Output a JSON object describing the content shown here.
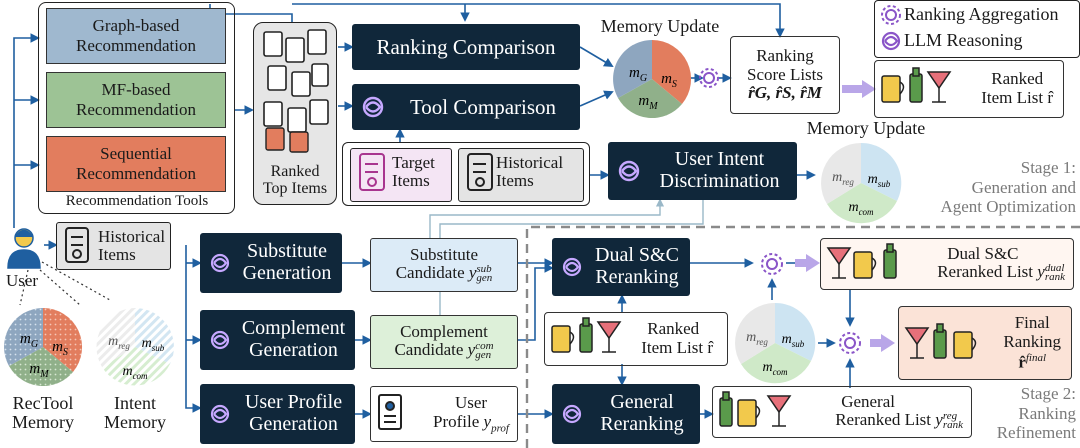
{
  "legend": {
    "ranking_aggregation": "Ranking Aggregation",
    "llm_reasoning": "LLM Reasoning"
  },
  "tools": {
    "title": "Recommendation Tools",
    "graph": [
      "Graph-based",
      "Recommendation"
    ],
    "mf": [
      "MF-based",
      "Recommendation"
    ],
    "seq": [
      "Sequential",
      "Recommendation"
    ]
  },
  "ranked_top_items": [
    "Ranked",
    "Top Items"
  ],
  "ranking_comparison": "Ranking Comparison",
  "tool_comparison": "Tool Comparison",
  "memory_update_1": "Memory Update",
  "memory_update_2": "Memory Update",
  "ranking_score": [
    "Ranking",
    "Score Lists"
  ],
  "ranking_score_vars": "r̂G, r̂S, r̂M",
  "ranked_item_list_top": [
    "Ranked",
    "Item List r̂"
  ],
  "target_items": [
    "Target",
    "Items"
  ],
  "historical_items_top": [
    "Historical",
    "Items"
  ],
  "user_intent": [
    "User Intent",
    "Discrimination"
  ],
  "stage1": [
    "Stage 1:",
    "Generation and",
    "Agent Optimization"
  ],
  "user": "User",
  "historical_items_left": [
    "Historical",
    "Items"
  ],
  "substitute_gen": [
    "Substitute",
    "Generation"
  ],
  "complement_gen": [
    "Complement",
    "Generation"
  ],
  "profile_gen": [
    "User Profile",
    "Generation"
  ],
  "substitute_cand": [
    "Substitute",
    "Candidate"
  ],
  "substitute_var": "y",
  "substitute_sup": "sub",
  "substitute_sub": "gen",
  "complement_cand": [
    "Complement",
    "Candidate"
  ],
  "complement_sup": "com",
  "complement_sub": "gen",
  "user_profile": [
    "User",
    "Profile"
  ],
  "profile_sub": "prof",
  "dual_rerank": [
    "Dual S&C",
    "Reranking"
  ],
  "general_rerank": [
    "General",
    "Reranking"
  ],
  "ranked_item_list_mid": [
    "Ranked",
    "Item List r̂"
  ],
  "dual_list": [
    "Dual S&C",
    "Reranked List"
  ],
  "dual_sup": "dual",
  "dual_sub": "rank",
  "general_list": [
    "General",
    "Reranked List"
  ],
  "general_sup": "reg",
  "general_sub": "rank",
  "final": [
    "Final",
    "Ranking"
  ],
  "final_var": "r̂",
  "final_sup": "final",
  "stage2": [
    "Stage 2:",
    "Ranking",
    "Refinement"
  ],
  "rectool_memory": [
    "RecTool",
    "Memory"
  ],
  "intent_memory": [
    "Intent",
    "Memory"
  ],
  "pie_rectool": {
    "g": "m",
    "g_sub": "G",
    "s": "m",
    "s_sub": "S",
    "m": "m",
    "m_sub": "M"
  },
  "pie_intent": {
    "reg": "m",
    "reg_sub": "reg",
    "sub": "m",
    "sub_sub": "sub",
    "com": "m",
    "com_sub": "com"
  },
  "colors": {
    "navy": "#10273a",
    "graph": "#9fb8cf",
    "mf": "#9dc395",
    "seq": "#e27d5e",
    "pie_g": "#8ea6bf",
    "pie_s": "#e27d5e",
    "pie_m": "#90b08a",
    "sub_box": "#dcebf7",
    "com_box": "#ddf0d9",
    "final_box": "#fbe3d7"
  }
}
